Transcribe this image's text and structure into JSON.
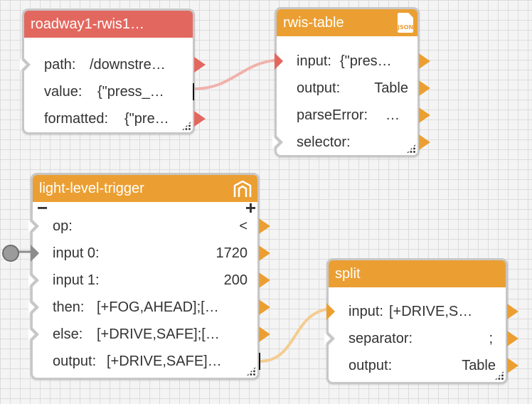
{
  "nodes": {
    "roadway": {
      "title": "roadway1-rwis1…",
      "ports": [
        {
          "label": "path:",
          "value": "/downstre…"
        },
        {
          "label": "value:",
          "value": "{\"press_…"
        },
        {
          "label": "formatted:",
          "value": "{\"pre…"
        }
      ]
    },
    "rwis_table": {
      "title": "rwis-table",
      "icon_text": "JSON",
      "ports": [
        {
          "label": "input:",
          "value": "{\"pres…"
        },
        {
          "label": "output:",
          "value": "Table"
        },
        {
          "label": "parseError:",
          "value": "…"
        },
        {
          "label": "selector:",
          "value": ""
        }
      ]
    },
    "light_level": {
      "title": "light-level-trigger",
      "minus": "−",
      "plus": "+",
      "ports": [
        {
          "label": "op:",
          "value": "<"
        },
        {
          "label": "input 0:",
          "value": "1720"
        },
        {
          "label": "input 1:",
          "value": "200"
        },
        {
          "label": "then:",
          "value": "[+FOG,AHEAD];[…"
        },
        {
          "label": "else:",
          "value": "[+DRIVE,SAFE];[…"
        },
        {
          "label": "output:",
          "value": "[+DRIVE,SAFE]…"
        }
      ]
    },
    "split": {
      "title": "split",
      "ports": [
        {
          "label": "input:",
          "value": "[+DRIVE,S…"
        },
        {
          "label": "separator:",
          "value": ";"
        },
        {
          "label": "output:",
          "value": "Table"
        }
      ]
    }
  },
  "colors": {
    "red_header": "#e2685f",
    "orange_header": "#eb9f32",
    "node_border": "#c7c7c7",
    "wire_red": "#f0b2ac",
    "wire_orange": "#f4cc90"
  }
}
